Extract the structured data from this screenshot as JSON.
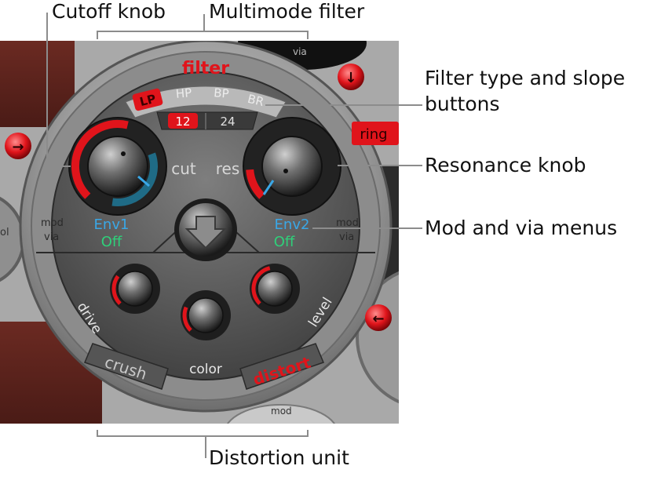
{
  "callouts": {
    "cutoff_knob": "Cutoff knob",
    "multimode_filter": "Multimode filter",
    "filter_type_line1": "Filter type and slope",
    "filter_type_line2": "buttons",
    "resonance_knob": "Resonance knob",
    "mod_via_menus": "Mod and via menus",
    "distortion_unit": "Distortion unit"
  },
  "panel": {
    "filter_title": "filter",
    "type_buttons": [
      {
        "label": "LP",
        "active": true
      },
      {
        "label": "HP",
        "active": false
      },
      {
        "label": "BP",
        "active": false
      },
      {
        "label": "BR",
        "active": false
      }
    ],
    "slope_buttons": [
      {
        "label": "12",
        "active": true
      },
      {
        "label": "24",
        "active": false
      }
    ],
    "cut_label": "cut",
    "res_label": "res",
    "mod_left": "mod",
    "via_left": "via",
    "mod_right": "mod",
    "via_right": "via",
    "env1": "Env1",
    "env1_via": "Off",
    "env2": "Env2",
    "env2_via": "Off",
    "drive_label": "drive",
    "level_label": "level",
    "color_label": "color",
    "crush_label": "crush",
    "distort_label": "distort",
    "top_via_label": "via",
    "bottom_mod_label": "mod",
    "ring_label": "ring",
    "left_partial_label": "ol",
    "accent_red": "#e0141b",
    "env_blue": "#3aa7e6",
    "off_green": "#2fd07a"
  },
  "knob_levels": {
    "cutoff": 0.55,
    "resonance": 0.15,
    "drive": 0.3,
    "color": 0.25,
    "level": 0.45
  }
}
